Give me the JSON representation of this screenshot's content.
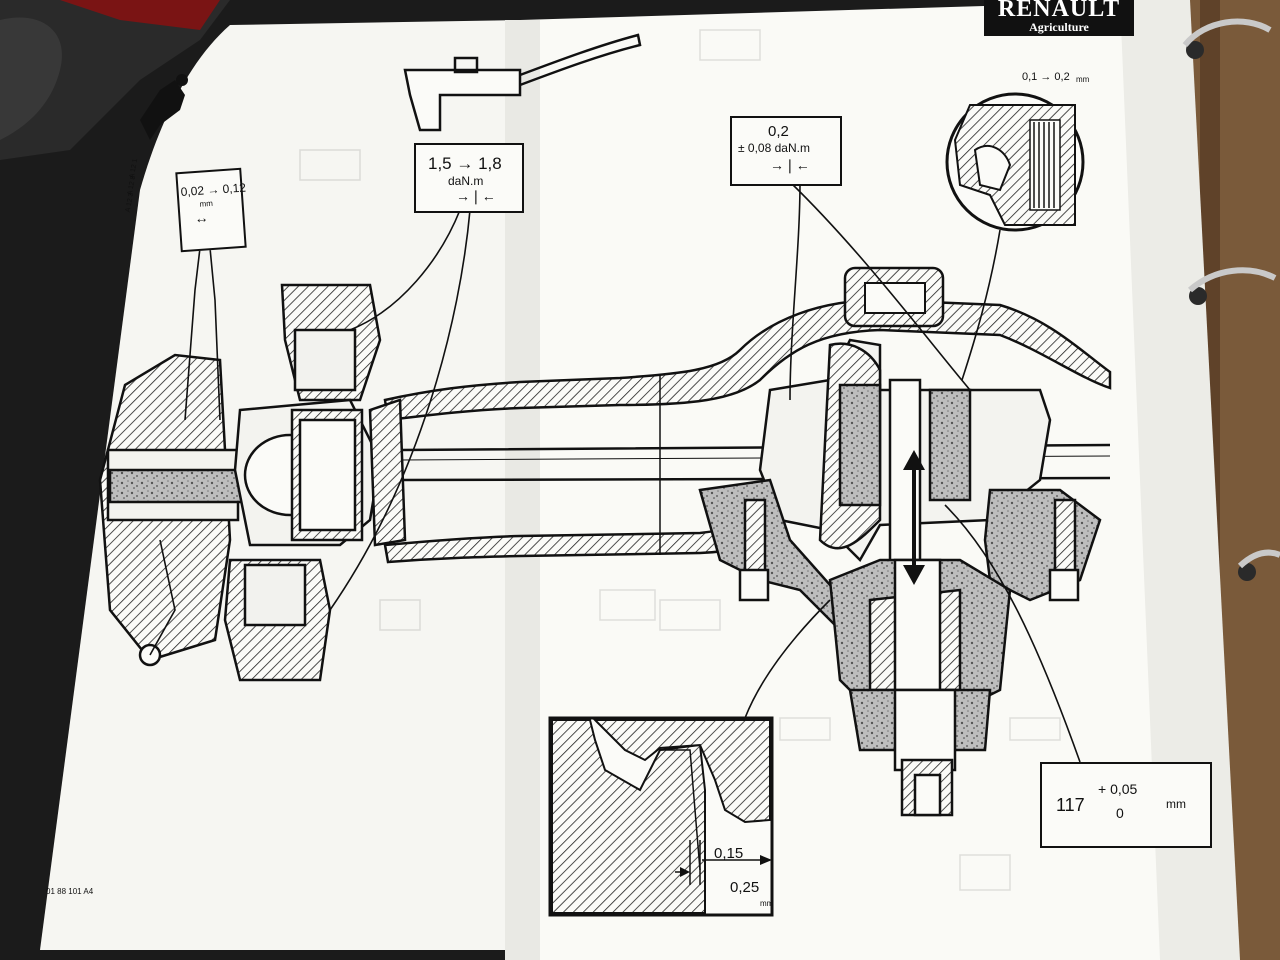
{
  "header": {
    "brand_name": "RENAULT",
    "brand_sub": "Agriculture"
  },
  "margin_codes": [
    "A 12 1",
    "A 12 8",
    "A 12 3"
  ],
  "footer_code": "01 88 101 A4",
  "callouts": {
    "bearing_play": {
      "value": "0,02 → 0,12",
      "unit": "mm"
    },
    "hub_torque": {
      "value": "1,5 → 1,8",
      "unit": "daN.m"
    },
    "diff_torque": {
      "value": "0,2",
      "tolerance": "± 0,08 daN.m"
    },
    "disc_clearance": {
      "value": "0,1 → 0,2",
      "unit": "mm"
    },
    "pinion_height": {
      "base": "117",
      "upper": "+ 0,05",
      "lower": "0",
      "unit": "mm"
    },
    "gear_backlash": {
      "min": "0,15",
      "max": "0,25",
      "unit": "mm"
    }
  },
  "colors": {
    "paper": "#f8f8f4",
    "ink": "#111111",
    "binder_cover": "#7a5a3a",
    "background": "#1b1b1b",
    "ring": "#c9c9c9"
  }
}
